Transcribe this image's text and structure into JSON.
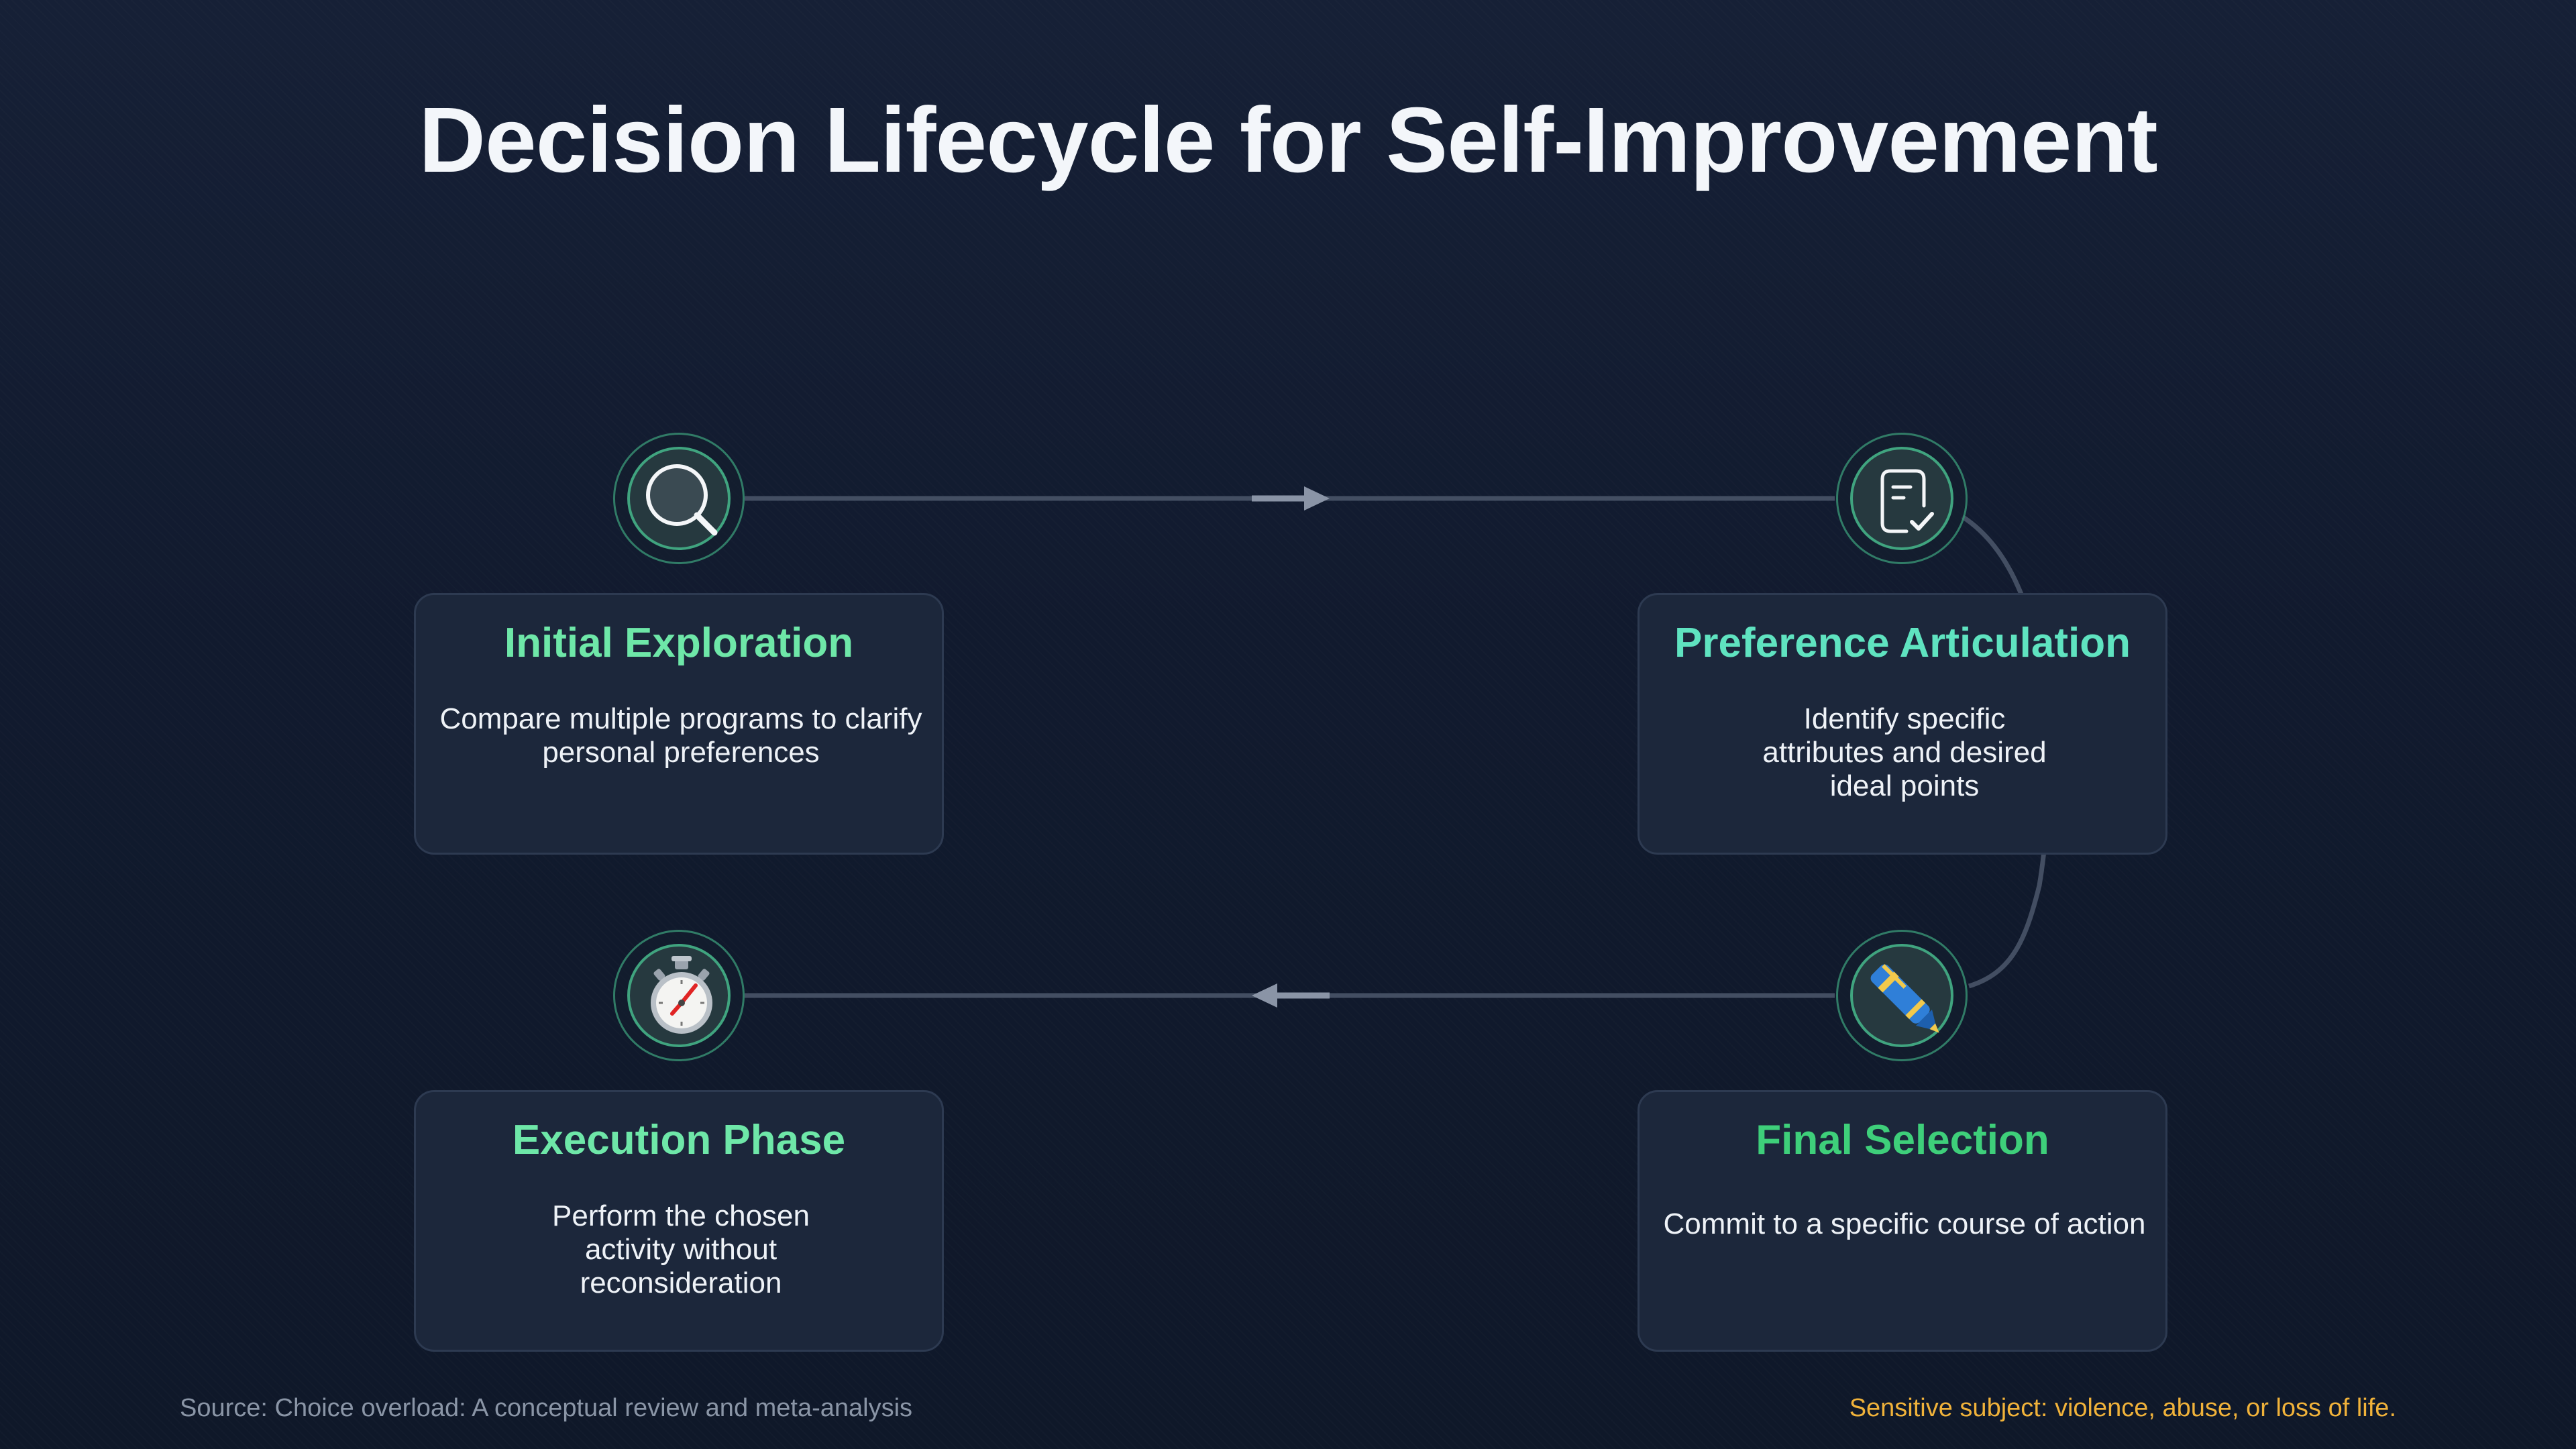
{
  "title": "Decision Lifecycle for Self-Improvement",
  "steps": [
    {
      "title": "Initial Exploration",
      "description": "Compare multiple programs to clarify personal preferences",
      "icon": "magnifying-glass-icon",
      "title_color": "#6ee7a8"
    },
    {
      "title": "Preference Articulation",
      "description": "Identify specific attributes and desired ideal points",
      "icon": "checklist-document-icon",
      "title_color": "#5fe3c0"
    },
    {
      "title": "Final Selection",
      "description": "Commit to a specific course of action",
      "icon": "pen-icon",
      "title_color": "#3ecf7a"
    },
    {
      "title": "Execution Phase",
      "description": "Perform the chosen activity without reconsideration",
      "icon": "stopwatch-icon",
      "title_color": "#6ee7a8"
    }
  ],
  "footer": {
    "source": "Source: Choice overload: A conceptual review and meta-analysis",
    "notice": "Sensitive subject: violence, abuse, or loss of life."
  },
  "colors": {
    "background": "#111a2e",
    "card": "#1c273b",
    "connector": "#4a5568",
    "arrow": "#8a94a6",
    "icon_ring": "#4ac896",
    "notice": "#f0b23a"
  }
}
